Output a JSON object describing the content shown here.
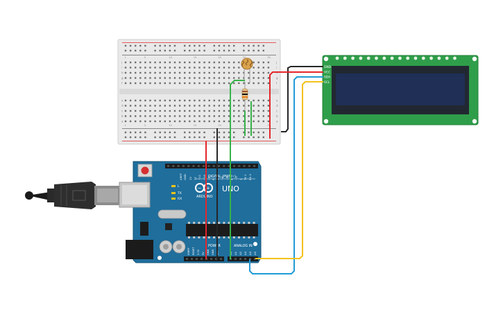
{
  "arduino": {
    "brand": "ARDUINO",
    "model": "UNO",
    "digital_label": "DIGITAL (PWM~)",
    "power_label": "POWER",
    "analog_label": "ANALOG IN",
    "aref": "AREF",
    "gnd": "GND",
    "tx": "TX",
    "rx": "RX",
    "l": "L",
    "digital_pins": [
      "13",
      "12",
      "~11",
      "~10",
      "~9",
      "8",
      "7",
      "~6",
      "~5",
      "4",
      "~3",
      "2",
      "TX 1",
      "RX 0"
    ],
    "power_pins": [
      "IOREF",
      "RESET",
      "3.3V",
      "5V",
      "GND",
      "GND",
      "Vin"
    ],
    "analog_pins": [
      "A0",
      "A1",
      "A2",
      "A3",
      "A4",
      "A5"
    ]
  },
  "lcd": {
    "pins": [
      "GND",
      "VCC",
      "SDA",
      "SCL"
    ]
  },
  "breadboard": {
    "row_letters_top": [
      "j",
      "i",
      "h",
      "g",
      "f"
    ],
    "row_letters_bottom": [
      "e",
      "d",
      "c",
      "b",
      "a"
    ],
    "col_numbers": [
      "1",
      "5",
      "10",
      "15",
      "20",
      "25",
      "30"
    ]
  },
  "wire_colors": {
    "red": "#e4262a",
    "black": "#262626",
    "green": "#36b24a",
    "blue": "#1e9bd7",
    "yellow": "#f5c11a"
  }
}
